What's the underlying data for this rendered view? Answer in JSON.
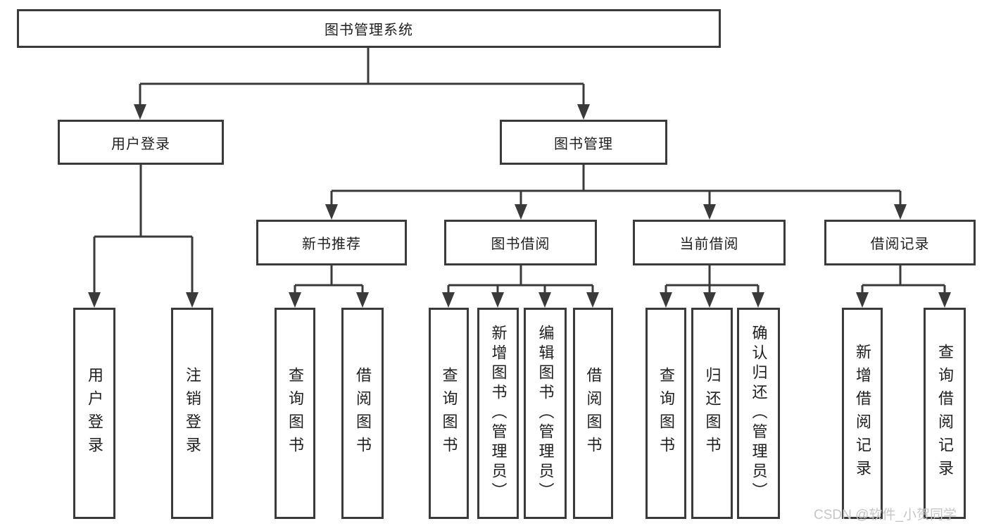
{
  "diagram": {
    "root_label": "图书管理系统",
    "user_login": {
      "label": "用户登录",
      "children": [
        "用户登录",
        "注销登录"
      ]
    },
    "book_mgmt": {
      "label": "图书管理",
      "sections": [
        {
          "label": "新书推荐",
          "children": [
            "查询图书",
            "借阅图书"
          ]
        },
        {
          "label": "图书借阅",
          "children": [
            "查询图书",
            "新增图书（管理员）",
            "编辑图书（管理员）",
            "借阅图书"
          ]
        },
        {
          "label": "当前借阅",
          "children": [
            "查询图书",
            "归还图书",
            "确认归还（管理员）"
          ]
        },
        {
          "label": "借阅记录",
          "children": [
            "新增借阅记录",
            "查询借阅记录"
          ]
        }
      ]
    },
    "watermark": "CSDN @软件_小贺同学",
    "colors": {
      "line": "#3a3a3a",
      "text": "#1f1f1f",
      "watermark": "#c6c6c6",
      "background": "#ffffff"
    }
  }
}
